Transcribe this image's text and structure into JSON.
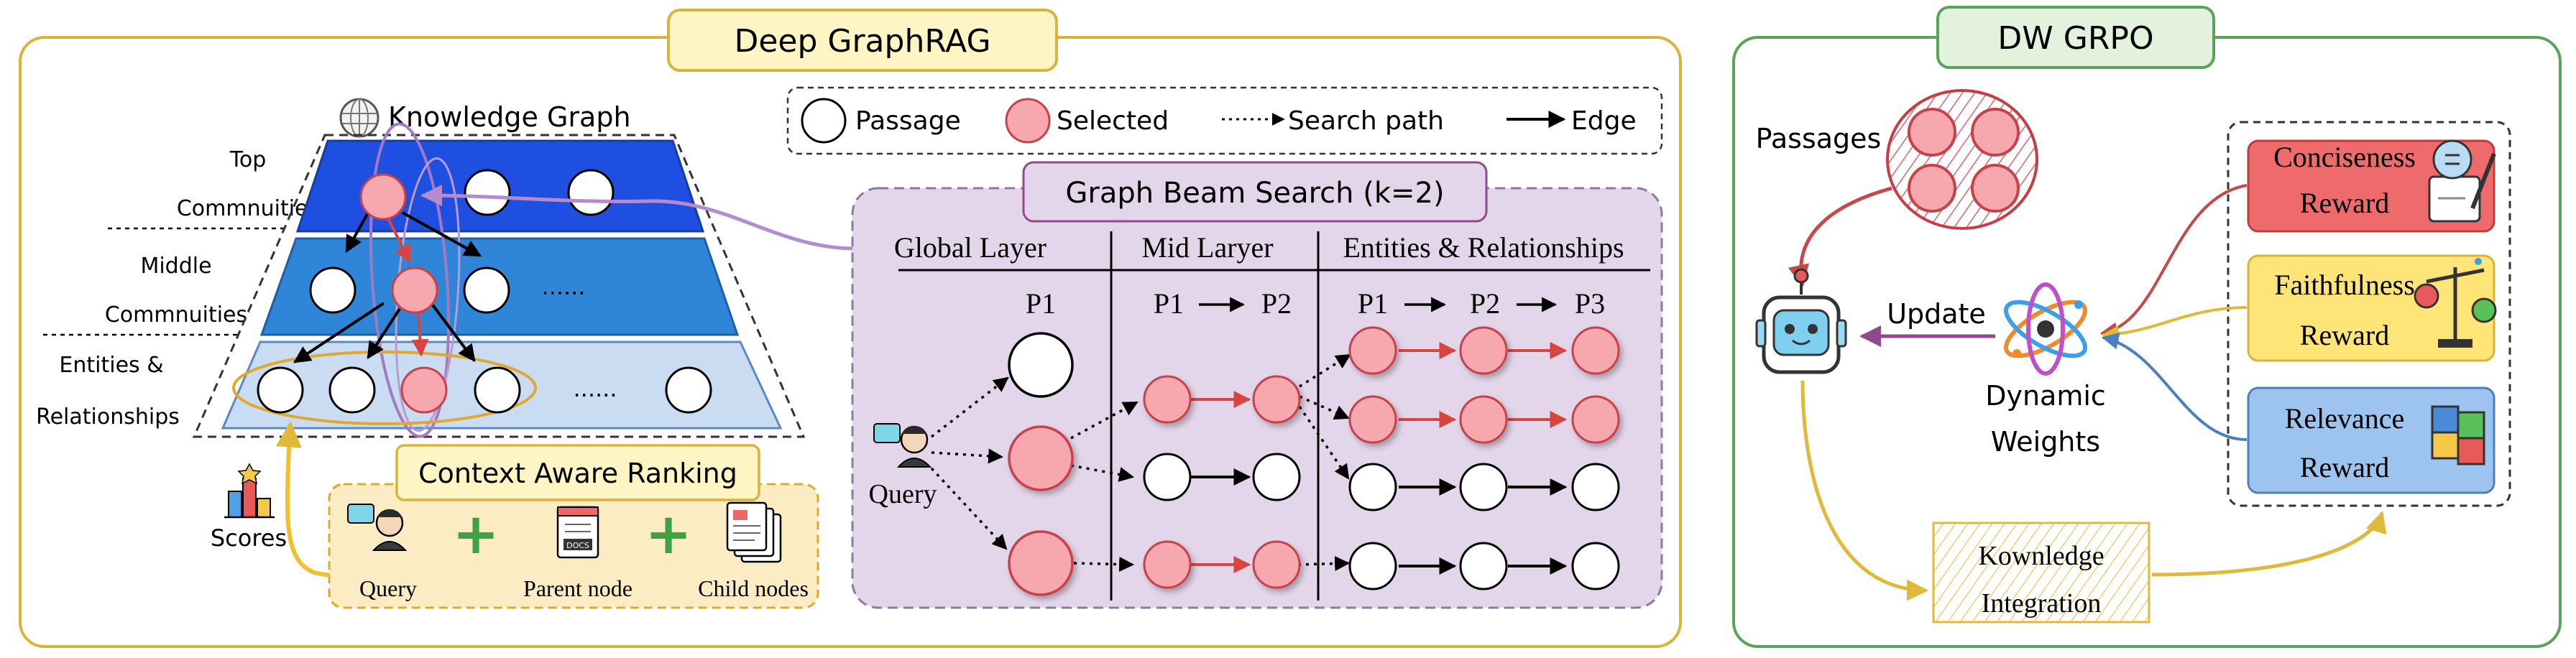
{
  "left_panel": {
    "title": "Deep GraphRAG",
    "kg_title": "Knowledge Graph",
    "levels": {
      "top_1": "Top",
      "top_2": "Commnuities",
      "mid_1": "Middle",
      "mid_2": "Commnuities",
      "ent_1": "Entities &",
      "ent_2": "Relationships"
    },
    "dots": "......",
    "legend": {
      "passage": "Passage",
      "selected": "Selected",
      "search_path": "Search path",
      "edge": "Edge"
    },
    "beam": {
      "title": "Graph Beam Search (k=2)",
      "col_global": "Global Layer",
      "col_mid": "Mid Laryer",
      "col_entities": "Entities & Relationships",
      "p1": "P1",
      "p2": "P2",
      "p3": "P3",
      "query": "Query"
    },
    "ranking": {
      "title": "Context Aware Ranking",
      "scores": "Scores",
      "query": "Query",
      "parent": "Parent node",
      "child": "Child nodes",
      "docs": "DOCS"
    }
  },
  "right_panel": {
    "title": "DW GRPO",
    "passages": "Passages",
    "update": "Update",
    "dynamic_1": "Dynamic",
    "dynamic_2": "Weights",
    "rewards": {
      "concise_1": "Conciseness",
      "concise_2": "Reward",
      "faith_1": "Faithfulness",
      "faith_2": "Reward",
      "relev_1": "Relevance",
      "relev_2": "Reward"
    },
    "knowledge_1": "Kownledge",
    "knowledge_2": "Integration"
  },
  "colors": {
    "gold_border": "#d9b43a",
    "title_fill": "#fff4c4",
    "green_border": "#5aa35a",
    "green_fill": "#e3f2dc",
    "purple_fill": "#e4d6ea",
    "purple_border": "#a58bb6",
    "selected_fill": "#f7a8ae",
    "selected_stroke": "#c8404a",
    "red_arrow": "#d8453f",
    "top_blue": "#1f4fe0",
    "mid_blue": "#2f86d8",
    "low_blue": "#c9dcf2"
  }
}
